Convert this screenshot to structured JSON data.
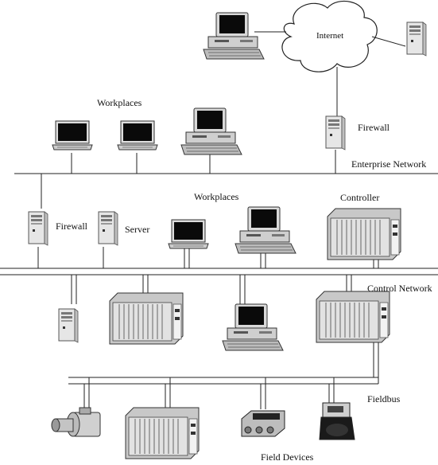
{
  "labels": {
    "internet": "Internet",
    "workplaces_top": "Workplaces",
    "firewall_top": "Firewall",
    "enterprise_network": "Enterprise Network",
    "workplaces_mid": "Workplaces",
    "controller": "Controller",
    "firewall_mid": "Firewall",
    "server": "Server",
    "control_network": "Control Network",
    "fieldbus": "Fieldbus",
    "field_devices": "Field Devices"
  },
  "icons": {
    "desktop": "desktop-computer-icon",
    "laptop": "laptop-icon",
    "tower": "tower-server-icon",
    "rack": "controller-rack-icon",
    "motor": "motor-icon",
    "io_module": "io-module-icon",
    "sensor": "sensor-icon",
    "cloud": "cloud-icon"
  }
}
